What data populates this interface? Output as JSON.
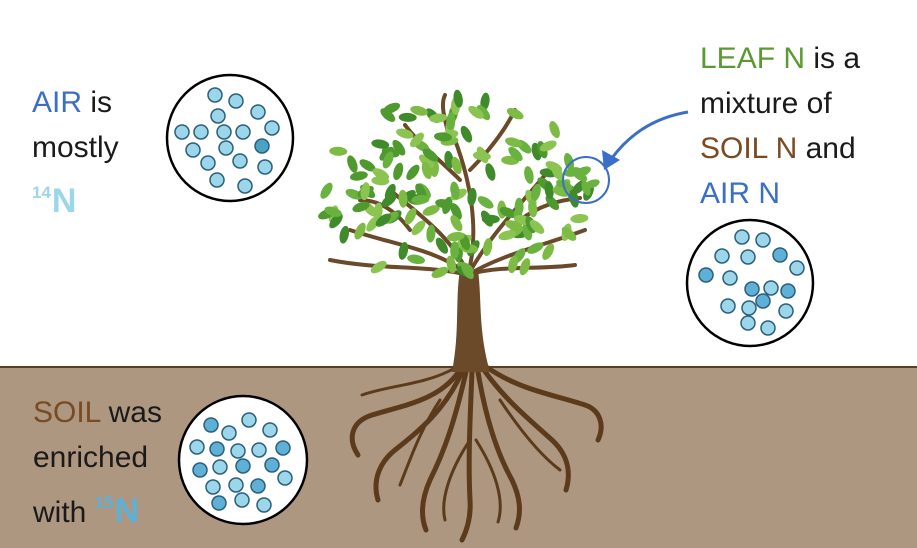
{
  "colors": {
    "air_blue": "#3b6fc7",
    "soil_brown": "#7a4a22",
    "leaf_green": "#5a9a32",
    "n14_blue": "#9bd6ea",
    "n15_blue": "#5fb0d6",
    "soil_fill": "#ad9780",
    "trunk": "#6b4a2a"
  },
  "air": {
    "word": "AIR",
    "line1_rest": " is",
    "line2": "mostly",
    "isotope_mass": "14",
    "isotope_symbol": "N"
  },
  "soil": {
    "word": "SOIL",
    "line1_rest": " was",
    "line2": "enriched",
    "line3_prefix": "with ",
    "isotope_mass": "15",
    "isotope_symbol": "N"
  },
  "leaf": {
    "line1_word": "LEAF N",
    "line1_rest": " is a",
    "line2": "mixture of",
    "line3_word": "SOIL N",
    "line3_rest": " and",
    "line4_word": "AIR N"
  },
  "icons": {
    "air_molecules": "air-molecule-circle-icon",
    "soil_molecules": "soil-molecule-circle-icon",
    "leaf_molecules": "leaf-molecule-circle-icon",
    "tree": "tree-icon",
    "arrow": "curved-arrow-icon"
  }
}
